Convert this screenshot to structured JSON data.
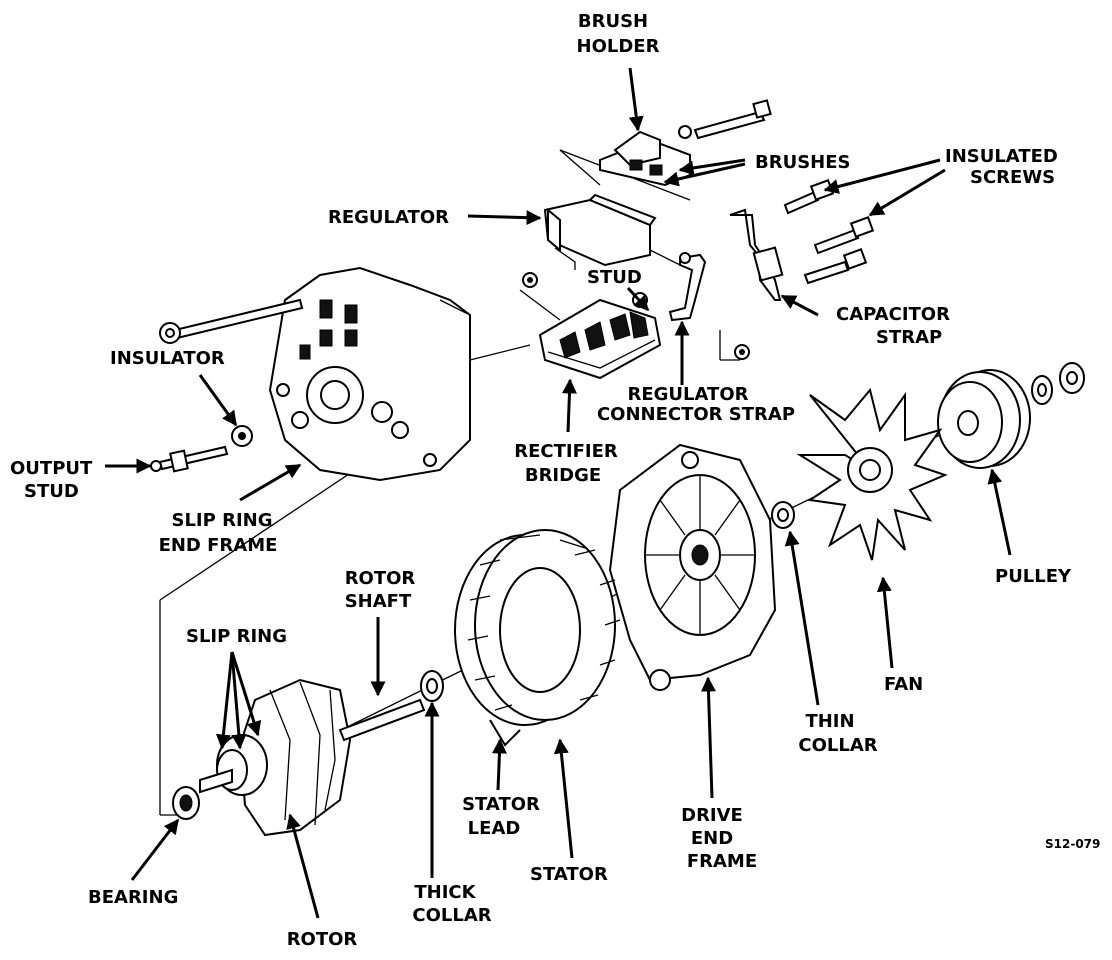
{
  "diagram": {
    "labels": {
      "brush_holder": [
        "BRUSH",
        "HOLDER"
      ],
      "brushes": "BRUSHES",
      "insulated_screws": [
        "INSULATED",
        "SCREWS"
      ],
      "regulator": "REGULATOR",
      "stud": "STUD",
      "capacitor_strap": [
        "CAPACITOR",
        "STRAP"
      ],
      "insulator": "INSULATOR",
      "regulator_connector_strap": [
        "REGULATOR",
        "CONNECTOR STRAP"
      ],
      "output_stud": [
        "OUTPUT",
        "STUD"
      ],
      "rectifier_bridge": [
        "RECTIFIER",
        "BRIDGE"
      ],
      "slip_ring_end_frame": [
        "SLIP RING",
        "END FRAME"
      ],
      "pulley": "PULLEY",
      "rotor_shaft": [
        "ROTOR",
        "SHAFT"
      ],
      "slip_ring": "SLIP RING",
      "fan": "FAN",
      "thin_collar": [
        "THIN",
        "COLLAR"
      ],
      "drive_end_frame": [
        "DRIVE",
        "END",
        "FRAME"
      ],
      "stator_lead": [
        "STATOR",
        "LEAD"
      ],
      "stator": "STATOR",
      "bearing": "BEARING",
      "thick_collar": [
        "THICK",
        "COLLAR"
      ],
      "rotor": "ROTOR"
    },
    "figure_code": "S12-079"
  }
}
